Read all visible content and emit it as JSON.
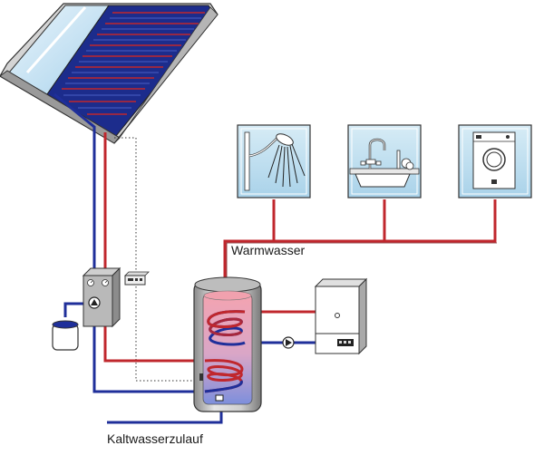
{
  "labels": {
    "warm_water": "Warmwasser",
    "cold_water_inlet": "Kaltwasserzulauf"
  },
  "colors": {
    "hot_pipe": "#c0272d",
    "cold_pipe": "#1f2f9a",
    "collector_blue": "#1c2c8c",
    "tank_warm": "#e89aa8",
    "tank_cold": "#6f8fd9"
  },
  "components": {
    "solar_collector": "solar-collector",
    "solar_station": "pump-station",
    "controller": "solar-controller",
    "expansion_vessel": "expansion-vessel",
    "storage_tank": "storage-tank",
    "boiler": "gas-boiler",
    "consumers": [
      "shower-icon",
      "kitchen-sink-icon",
      "washing-machine-icon"
    ]
  }
}
